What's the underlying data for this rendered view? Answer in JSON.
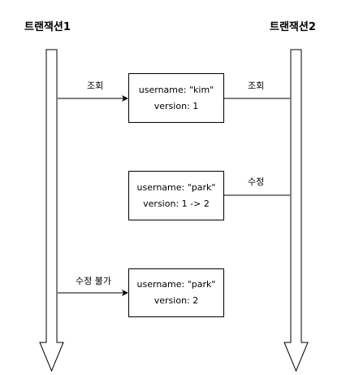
{
  "headers": {
    "tx1": "트랜잭션1",
    "tx2": "트랜잭션2"
  },
  "boxes": [
    {
      "line1": "username: \"kim\"",
      "line2": "version: 1"
    },
    {
      "line1": "username: \"park\"",
      "line2": "version: 1 -> 2"
    },
    {
      "line1": "username: \"park\"",
      "line2": "version: 2"
    }
  ],
  "labels": {
    "tx1_read": "조회",
    "tx2_read": "조회",
    "tx2_update": "수정",
    "tx1_update_fail": "수정 불가"
  }
}
